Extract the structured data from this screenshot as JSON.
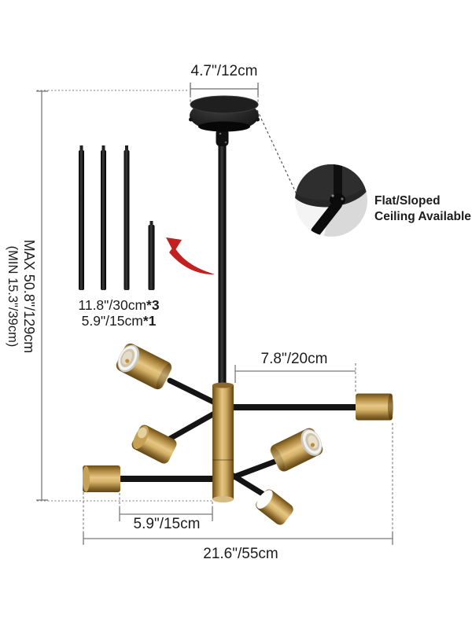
{
  "page": {
    "background": "#ffffff"
  },
  "dimensions": {
    "canopy_width": "4.7\"/12cm",
    "overall_height_max": "MAX 50.8\"/129cm",
    "overall_height_min": "(MIN 15.3\"/39cm)",
    "arm_length": "7.8\"/20cm",
    "bottom_offset": "5.9\"/15cm",
    "overall_width": "21.6\"/55cm"
  },
  "rod_kit": {
    "long_rod_size": "11.8\"/30cm",
    "long_rod_qty": "*3",
    "short_rod_size": "5.9\"/15cm",
    "short_rod_qty": "*1"
  },
  "callout": {
    "line1": "Flat/Sloped",
    "line2": "Ceiling Available"
  },
  "colors": {
    "brass": "#b8924a",
    "brass_highlight": "#e6c784",
    "brass_shadow": "#6b4e16",
    "fixture_black": "#141414",
    "arrow_red": "#c32020",
    "dimension_line": "#7a7a7a",
    "text": "#1c1c1c"
  }
}
